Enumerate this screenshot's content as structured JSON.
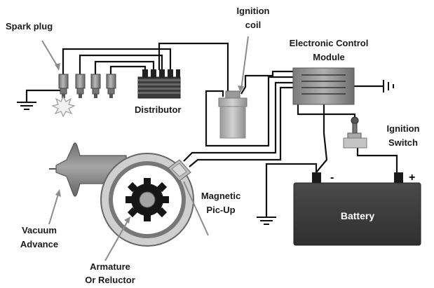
{
  "labels": {
    "spark_plug": "Spark plug",
    "ignition_coil_line1": "Ignition",
    "ignition_coil_line2": "coil",
    "ecm_line1": "Electronic Control",
    "ecm_line2": "Module",
    "distributor": "Distributor",
    "ignition_switch_line1": "Ignition",
    "ignition_switch_line2": "Switch",
    "magnetic_pickup_line1": "Magnetic",
    "magnetic_pickup_line2": "Pic-Up",
    "vacuum_advance_line1": "Vacuum",
    "vacuum_advance_line2": "Advance",
    "armature_line1": "Armature",
    "armature_line2": "Or Reluctor",
    "battery": "Battery",
    "battery_negative": "-",
    "battery_positive": "+"
  },
  "colors": {
    "wire": "#111111",
    "component_gray": "#8c8c8c",
    "battery_body": "#3d3d3d",
    "arrow_gray": "#8c8c8c"
  }
}
